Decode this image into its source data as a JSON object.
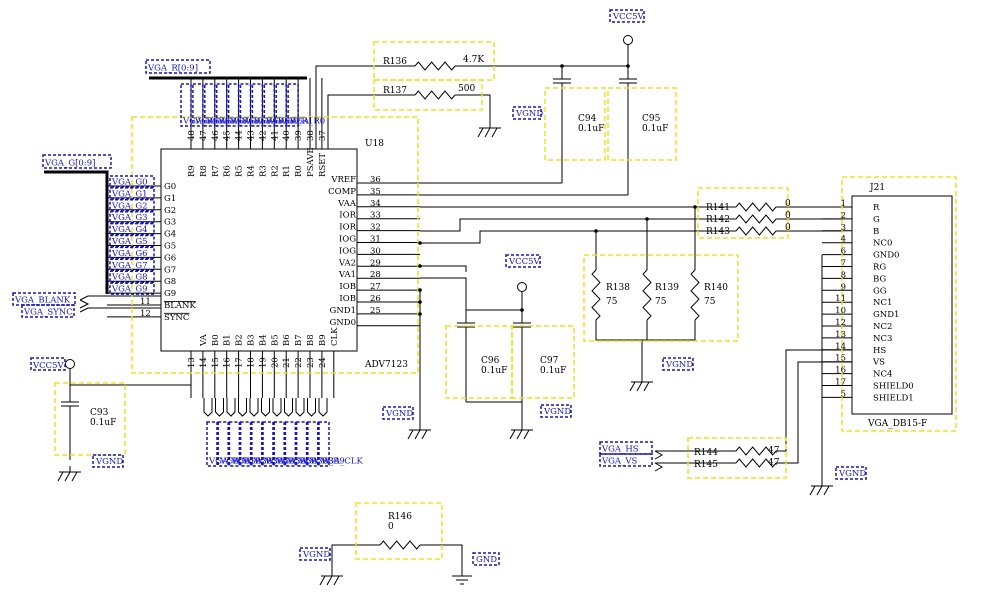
{
  "power": {
    "vcc": "VCC5V",
    "vgnd": "VGND",
    "gnd": "GND"
  },
  "chip": {
    "ref": "U18",
    "part": "ADV7123",
    "top_pins": [
      {
        "num": "48",
        "name": "R9"
      },
      {
        "num": "47",
        "name": "R8"
      },
      {
        "num": "46",
        "name": "R7"
      },
      {
        "num": "45",
        "name": "R6"
      },
      {
        "num": "44",
        "name": "R5"
      },
      {
        "num": "43",
        "name": "R4"
      },
      {
        "num": "42",
        "name": "R3"
      },
      {
        "num": "41",
        "name": "R2"
      },
      {
        "num": "40",
        "name": "R1"
      },
      {
        "num": "39",
        "name": "R0"
      },
      {
        "num": "38",
        "name": "PSAVE"
      },
      {
        "num": "37",
        "name": "RSET"
      }
    ],
    "left_pins": [
      {
        "num": "",
        "name": "G0"
      },
      {
        "num": "",
        "name": "G1"
      },
      {
        "num": "",
        "name": "G2"
      },
      {
        "num": "",
        "name": "G3"
      },
      {
        "num": "",
        "name": "G4"
      },
      {
        "num": "",
        "name": "G5"
      },
      {
        "num": "",
        "name": "G6"
      },
      {
        "num": "",
        "name": "G7"
      },
      {
        "num": "",
        "name": "G8"
      },
      {
        "num": "",
        "name": "G9"
      },
      {
        "num": "11",
        "name": "BLANK"
      },
      {
        "num": "12",
        "name": "SYNC"
      }
    ],
    "right_pins": [
      {
        "num": "36",
        "name": "VREF"
      },
      {
        "num": "35",
        "name": "COMP"
      },
      {
        "num": "34",
        "name": "VAA"
      },
      {
        "num": "33",
        "name": "IOR"
      },
      {
        "num": "32",
        "name": "IOR"
      },
      {
        "num": "31",
        "name": "IOG"
      },
      {
        "num": "30",
        "name": "IOG"
      },
      {
        "num": "29",
        "name": "VA2"
      },
      {
        "num": "28",
        "name": "VA1"
      },
      {
        "num": "27",
        "name": "IOB"
      },
      {
        "num": "26",
        "name": "IOB"
      },
      {
        "num": "25",
        "name": "GND1"
      },
      {
        "num": "",
        "name": "GND0"
      }
    ],
    "bottom_pins": [
      {
        "num": "13",
        "name": ""
      },
      {
        "num": "14",
        "name": "VA"
      },
      {
        "num": "15",
        "name": "B0"
      },
      {
        "num": "16",
        "name": "B1"
      },
      {
        "num": "17",
        "name": "B2"
      },
      {
        "num": "18",
        "name": "B3"
      },
      {
        "num": "19",
        "name": "B4"
      },
      {
        "num": "20",
        "name": "B5"
      },
      {
        "num": "21",
        "name": "B6"
      },
      {
        "num": "22",
        "name": "B7"
      },
      {
        "num": "23",
        "name": "B8"
      },
      {
        "num": "24",
        "name": "B9"
      },
      {
        "num": "",
        "name": "CLK"
      }
    ]
  },
  "nets": {
    "vga_r_bus": "VGA_R[0:9]",
    "vga_g_bus": "VGA_G[0:9]",
    "vga_r": [
      "VGA_R9",
      "VGA_R8",
      "VGA_R7",
      "VGA_R6",
      "VGA_R5",
      "VGA_R4",
      "VGA_R3",
      "VGA_R2",
      "VGA_R1",
      "VGA_R0"
    ],
    "vga_g": [
      "VGA_G0",
      "VGA_G1",
      "VGA_G2",
      "VGA_G3",
      "VGA_G4",
      "VGA_G5",
      "VGA_G6",
      "VGA_G7",
      "VGA_G8",
      "VGA_G9"
    ],
    "vga_b": [
      "VGA_B0",
      "VGA_B1",
      "VGA_B2",
      "VGA_B3",
      "VGA_B4",
      "VGA_B5",
      "VGA_B6",
      "VGA_B7",
      "VGA_B8",
      "VGA_B9",
      "VGA_CLK"
    ],
    "blank": "VGA_BLANK",
    "sync": "VGA_SYNC",
    "hs": "VGA_HS",
    "vs": "VGA_VS"
  },
  "components": {
    "r136": {
      "ref": "R136",
      "value": "4.7K"
    },
    "r137": {
      "ref": "R137",
      "value": "500"
    },
    "r141": {
      "ref": "R141",
      "value": "0"
    },
    "r142": {
      "ref": "R142",
      "value": "0"
    },
    "r143": {
      "ref": "R143",
      "value": "0"
    },
    "r138": {
      "ref": "R138",
      "value": "75"
    },
    "r139": {
      "ref": "R139",
      "value": "75"
    },
    "r140": {
      "ref": "R140",
      "value": "75"
    },
    "r144": {
      "ref": "R144",
      "value": "47"
    },
    "r145": {
      "ref": "R145",
      "value": "47"
    },
    "r146": {
      "ref": "R146",
      "value": "0"
    },
    "c93": {
      "ref": "C93",
      "value": "0.1uF"
    },
    "c94": {
      "ref": "C94",
      "value": "0.1uF"
    },
    "c95": {
      "ref": "C95",
      "value": "0.1uF"
    },
    "c96": {
      "ref": "C96",
      "value": "0.1uF"
    },
    "c97": {
      "ref": "C97",
      "value": "0.1uF"
    }
  },
  "connector": {
    "ref": "J21",
    "part": "VGA_DB15-F",
    "pins": [
      {
        "num": "1",
        "name": "R"
      },
      {
        "num": "2",
        "name": "G"
      },
      {
        "num": "3",
        "name": "B"
      },
      {
        "num": "4",
        "name": "NC0"
      },
      {
        "num": "6",
        "name": "GND0"
      },
      {
        "num": "7",
        "name": "RG"
      },
      {
        "num": "8",
        "name": "BG"
      },
      {
        "num": "9",
        "name": "GG"
      },
      {
        "num": "11",
        "name": "NC1"
      },
      {
        "num": "10",
        "name": "GND1"
      },
      {
        "num": "12",
        "name": "NC2"
      },
      {
        "num": "13",
        "name": "NC3"
      },
      {
        "num": "14",
        "name": "HS"
      },
      {
        "num": "15",
        "name": "VS"
      },
      {
        "num": "16",
        "name": "NC4"
      },
      {
        "num": "17",
        "name": "SHIELD0"
      },
      {
        "num": "5",
        "name": "SHIELD1"
      }
    ]
  }
}
